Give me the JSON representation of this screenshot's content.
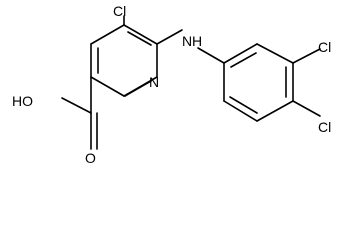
{
  "structure": {
    "atom_labels": {
      "cl_pyridine": "Cl",
      "nh": "N",
      "h_on_n": "H",
      "n_ring": "N",
      "oh": "HO",
      "o_carbonyl": "O",
      "cl_meta": "Cl",
      "cl_para": "Cl"
    }
  }
}
